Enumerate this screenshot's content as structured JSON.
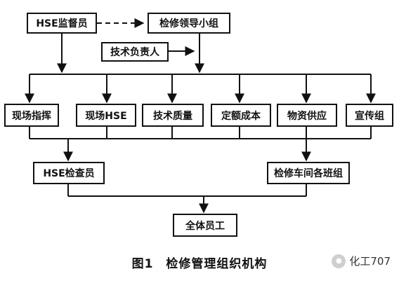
{
  "nodes": {
    "hse_supervisor": "HSE监督员",
    "overhaul_leadership": "检修领导小组",
    "technical_head": "技术负责人",
    "site_command": "现场指挥",
    "site_hse": "现场HSE",
    "tech_quality": "技术质量",
    "quota_cost": "定额成本",
    "material_supply": "物资供应",
    "publicity_group": "宣传组",
    "hse_inspector": "HSE检查员",
    "workshop_teams": "检修车间各班组",
    "all_staff": "全体员工"
  },
  "caption": {
    "figure_number": "图1",
    "title": "检修管理组织机构"
  },
  "watermark": {
    "text": "化工707",
    "icon": "wechat-icon"
  }
}
